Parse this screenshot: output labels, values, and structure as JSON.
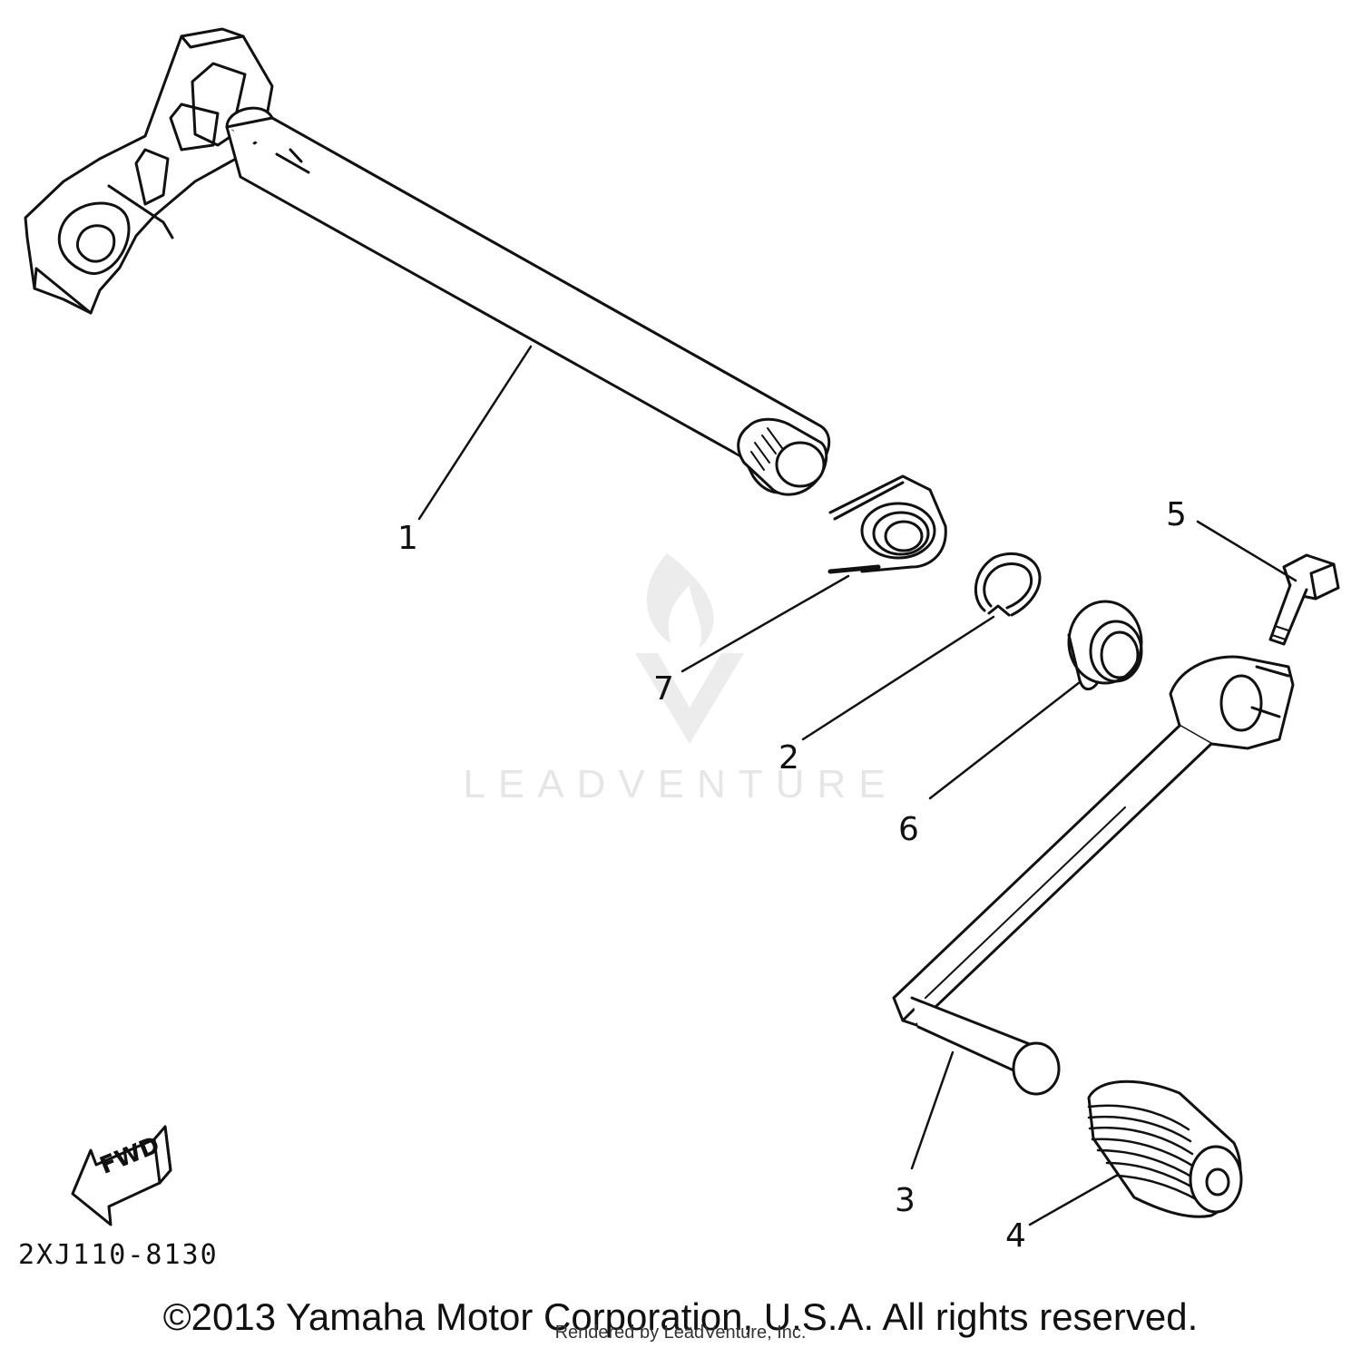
{
  "callouts": {
    "c1": "1",
    "c2": "2",
    "c3": "3",
    "c4": "4",
    "c5": "5",
    "c6": "6",
    "c7": "7"
  },
  "fwd_arrow": {
    "label": "FWD"
  },
  "drawing_code": "2XJ110-8130",
  "watermark": {
    "text": "LEADVENTURE"
  },
  "footer": {
    "copyright": "©2013 Yamaha Motor Corporation, U.S.A. All rights reserved.",
    "rendered_by": "Rendered by LeadVenture, Inc."
  },
  "colors": {
    "line": "#111111",
    "watermark": "#e6e6e6"
  }
}
